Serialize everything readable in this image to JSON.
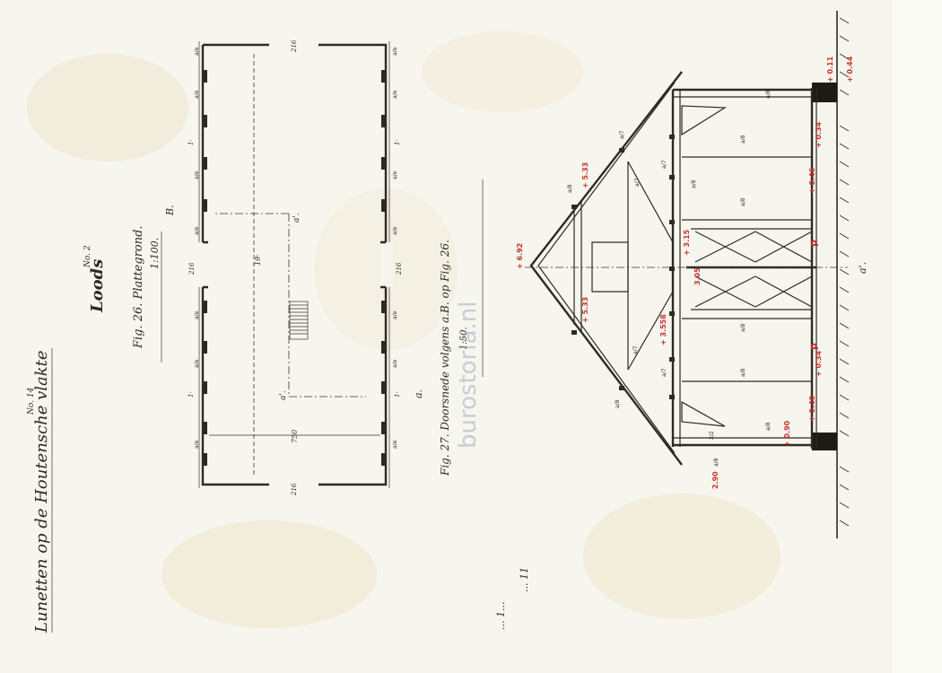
{
  "sheet": {
    "main_title": "Lunetten op de Houtensche vlakte",
    "sheet_ref": "No. 14",
    "archive_marks": [
      "... 11",
      "... 1..."
    ],
    "building": "Loods",
    "building_number": "No. 2",
    "colors": {
      "paper": "#f6f5ee",
      "ink": "#2d2a24",
      "red_annotation": "#c8342c",
      "watermark": "#8e9db3"
    }
  },
  "plan": {
    "caption": "Fig. 26. Plattegrond.",
    "scale": "1:100.",
    "section_mark_top": "B.",
    "section_mark_bottom": "a.",
    "section_line_labels": [
      "a'.",
      "a'."
    ],
    "dimensions": {
      "length": "19·",
      "width": "750",
      "end_wall_openings": [
        "216",
        "216"
      ],
      "side_openings": [
        "216",
        "216"
      ],
      "pilaster_spacing": [
        "1·",
        "1·",
        "1·",
        "1·"
      ]
    }
  },
  "section": {
    "caption": "Fig. 27. Doorsnede volgens a.B. op Fig. 26.",
    "scale": "1:50.",
    "cut_mark": "a'.",
    "levels": {
      "ridge": "+ 6.92",
      "roof_left": "+ 5.33",
      "roof_right": "+ 5.33",
      "tie_beam": "+ 3.558",
      "beam_a": "+ 3.15",
      "beam_b": "3.05",
      "sill_left": "+ 0.46",
      "sill_right": "+ 0.34",
      "floor_left": "+ 0.40",
      "floor_right": "+ 0.34",
      "footing": "+ 0.11",
      "footing_depth": "+ 0.44",
      "plinth": "+ 0.90",
      "eave_height": "2.90",
      "floor_marks": [
        "p",
        "p"
      ]
    }
  },
  "watermark": "burostoria.nl"
}
